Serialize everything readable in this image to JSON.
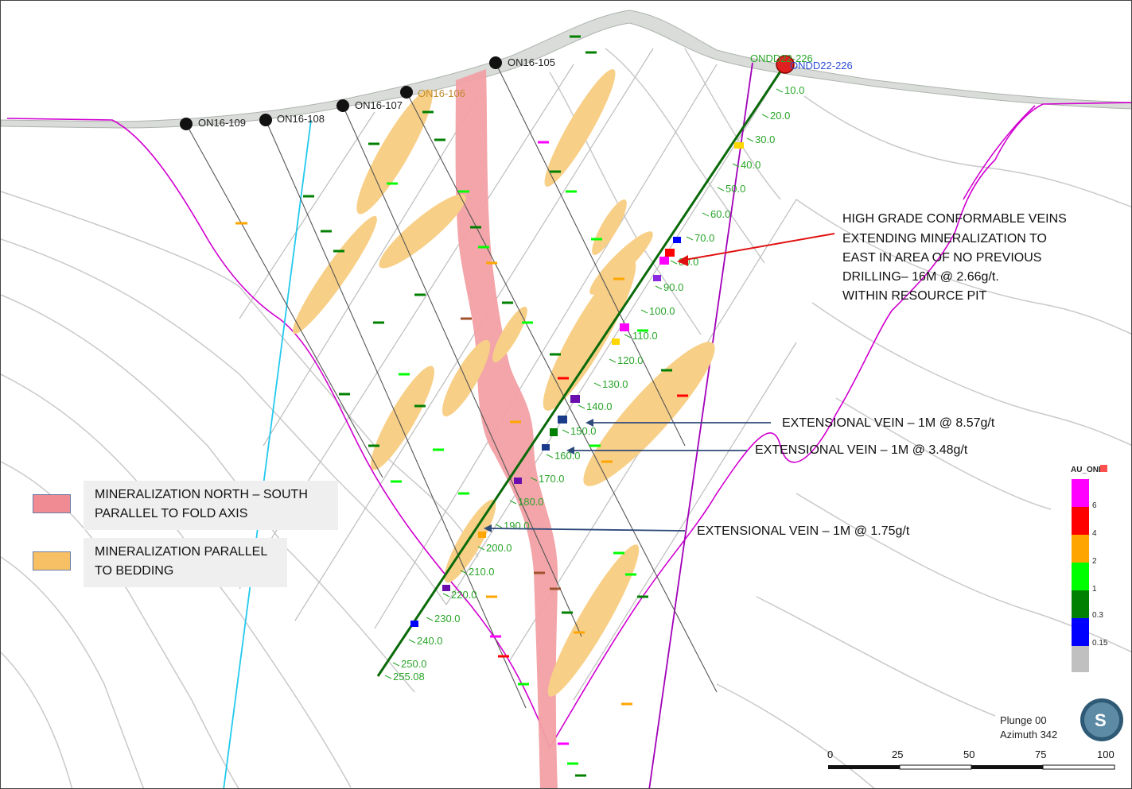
{
  "drillholes": {
    "background": [
      "ON16-109",
      "ON16-108",
      "ON16-107",
      "ON16-106",
      "ON16-105"
    ],
    "main": "ONDD22-226",
    "main_label_green": "ONDD22-226",
    "depths": [
      "10.0",
      "20.0",
      "30.0",
      "40.0",
      "50.0",
      "60.0",
      "70.0",
      "80.0",
      "90.0",
      "100.0",
      "110.0",
      "120.0",
      "130.0",
      "140.0",
      "150.0",
      "160.0",
      "170.0",
      "180.0",
      "190.0",
      "200.0",
      "210.0",
      "220.0",
      "230.0",
      "240.0",
      "250.0",
      "255.08"
    ]
  },
  "callouts": {
    "high_grade": [
      "HIGH GRADE CONFORMABLE VEINS",
      "EXTENDING MINERALIZATION TO",
      "EAST IN AREA OF NO PREVIOUS",
      "DRILLING–  16M @ 2.66g/t.",
      "WITHIN RESOURCE PIT"
    ],
    "vein1": "EXTENSIONAL VEIN – 1M @ 8.57g/t",
    "vein2": "EXTENSIONAL VEIN – 1M @ 3.48g/t",
    "vein3": "EXTENSIONAL VEIN – 1M @ 1.75g/t"
  },
  "legend": {
    "item1": [
      "MINERALIZATION NORTH – SOUTH",
      "PARALLEL TO FOLD AXIS"
    ],
    "item2": [
      "MINERALIZATION PARALLEL",
      "TO BEDDING"
    ],
    "item1_color": "#f08a93",
    "item2_color": "#f7c065"
  },
  "color_scale": {
    "title": "AU_OND",
    "labels": [
      "6",
      "4",
      "2",
      "1",
      "0.3",
      "0.15"
    ],
    "colors": [
      "#ff00ff",
      "#ff0000",
      "#ffa500",
      "#00ff00",
      "#008000",
      "#0000ff",
      "#c0c0c0"
    ]
  },
  "view": {
    "plunge": "Plunge 00",
    "azimuth": "Azimuth 342",
    "logo": "S"
  },
  "scale_bar": {
    "ticks": [
      "0",
      "25",
      "50",
      "75",
      "100"
    ]
  }
}
